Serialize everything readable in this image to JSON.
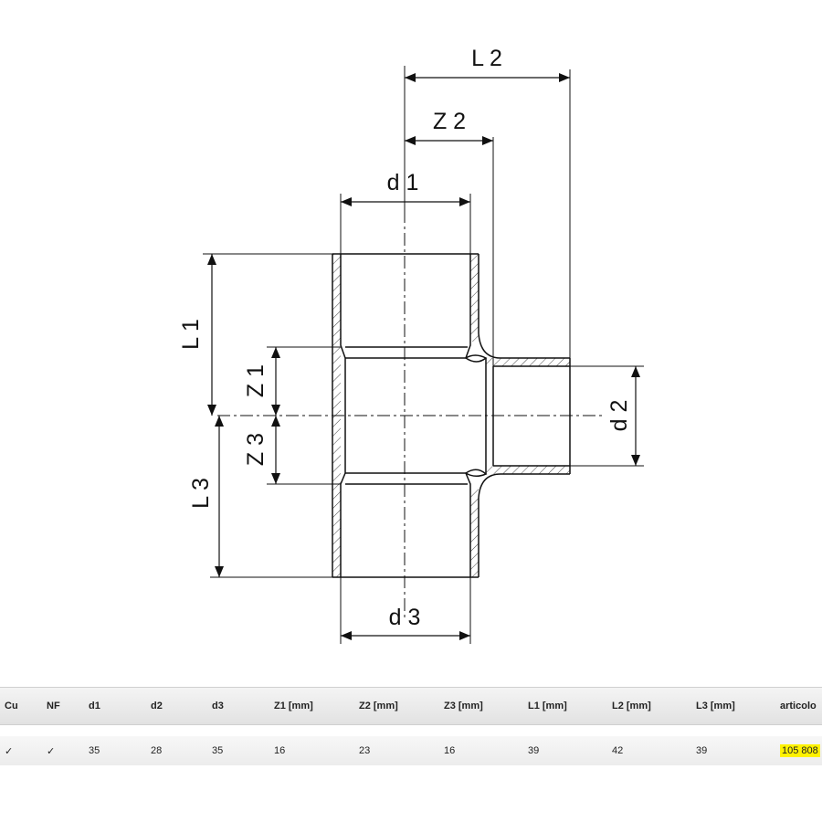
{
  "drawing": {
    "labels": {
      "L2": "L 2",
      "Z2": "Z 2",
      "d1": "d 1",
      "L1": "L 1",
      "Z1": "Z 1",
      "Z3": "Z 3",
      "L3": "L 3",
      "d2": "d 2",
      "d3": "d 3"
    }
  },
  "table": {
    "headers": [
      "Cu",
      "NF",
      "d1",
      "d2",
      "d3",
      "Z1 [mm]",
      "Z2 [mm]",
      "Z3 [mm]",
      "L1 [mm]",
      "L2 [mm]",
      "L3 [mm]",
      "articolo"
    ],
    "row": [
      "✓",
      "✓",
      "35",
      "28",
      "35",
      "16",
      "23",
      "16",
      "39",
      "42",
      "39",
      "105 808"
    ],
    "highlight_color": "#fff200"
  }
}
